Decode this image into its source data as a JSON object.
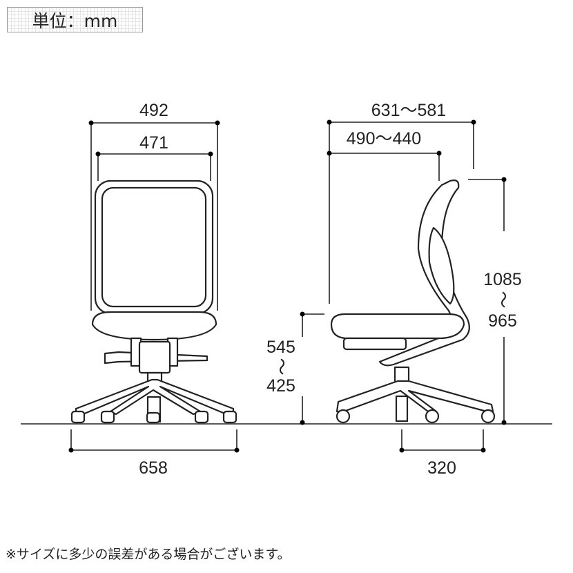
{
  "unit_label": "単位：mm",
  "front_view": {
    "overall_width": "492",
    "back_width": "471",
    "base_width": "658"
  },
  "side_view": {
    "overall_depth": "631〜581",
    "seat_depth": "490〜440",
    "height_max": "1085",
    "height_sep": "〜",
    "height_min": "965",
    "seat_height_max": "545",
    "seat_height_sep": "〜",
    "seat_height_min": "425",
    "base_depth": "320"
  },
  "note": "※サイズに多少の誤差がある場合がございます。"
}
